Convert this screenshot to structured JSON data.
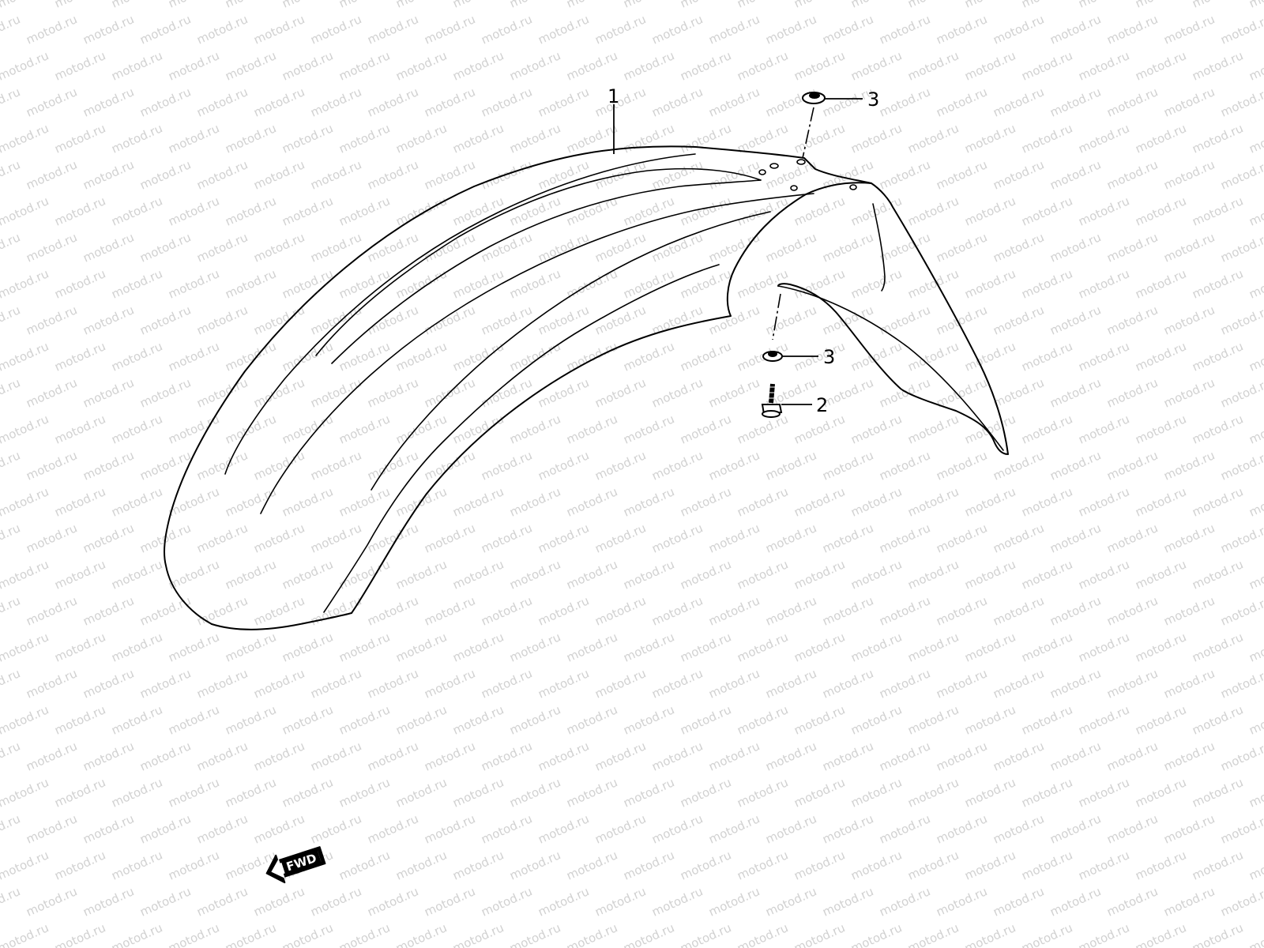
{
  "watermark": {
    "text": "motod.ru",
    "color": "#c9c9c9"
  },
  "callouts": [
    {
      "id": "fender",
      "label": "1"
    },
    {
      "id": "bolt",
      "label": "2"
    },
    {
      "id": "nut-upper",
      "label": "3"
    },
    {
      "id": "nut-lower",
      "label": "3"
    }
  ],
  "direction_arrow": {
    "label": "FWD",
    "icon": "forward-arrow-icon"
  },
  "colors": {
    "line": "#000000",
    "background": "#ffffff"
  }
}
